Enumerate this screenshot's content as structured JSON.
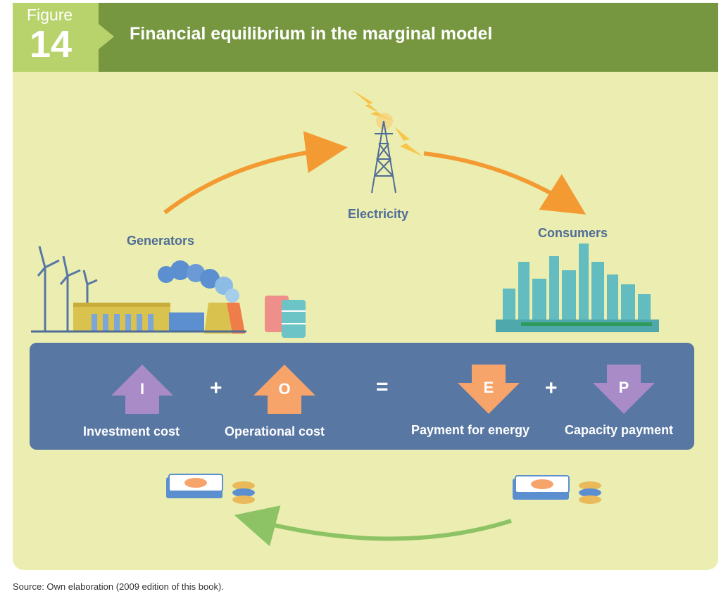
{
  "header": {
    "figure_word": "Figure",
    "figure_number": "14",
    "title": "Financial equilibrium in the marginal model"
  },
  "nodes": {
    "electricity": "Electricity",
    "generators": "Generators",
    "consumers": "Consumers"
  },
  "equation": {
    "terms": [
      {
        "letter": "I",
        "label": "Investment cost",
        "color": "#a98bc7",
        "direction": "up"
      },
      {
        "letter": "O",
        "label": "Operational cost",
        "color": "#f7a46b",
        "direction": "up"
      },
      {
        "letter": "E",
        "label": "Payment for energy",
        "color": "#f7a46b",
        "direction": "down"
      },
      {
        "letter": "P",
        "label": "Capacity payment",
        "color": "#a98bc7",
        "direction": "down"
      }
    ],
    "plus": "+",
    "equals": "="
  },
  "colors": {
    "header": "#76963f",
    "badge": "#b8d36b",
    "band": "#5877a3",
    "energy_flow": "#f39a32",
    "money_flow": "#8dc365",
    "label": "#4f6c96"
  },
  "source": "Source: Own elaboration (2009 edition of this book)."
}
